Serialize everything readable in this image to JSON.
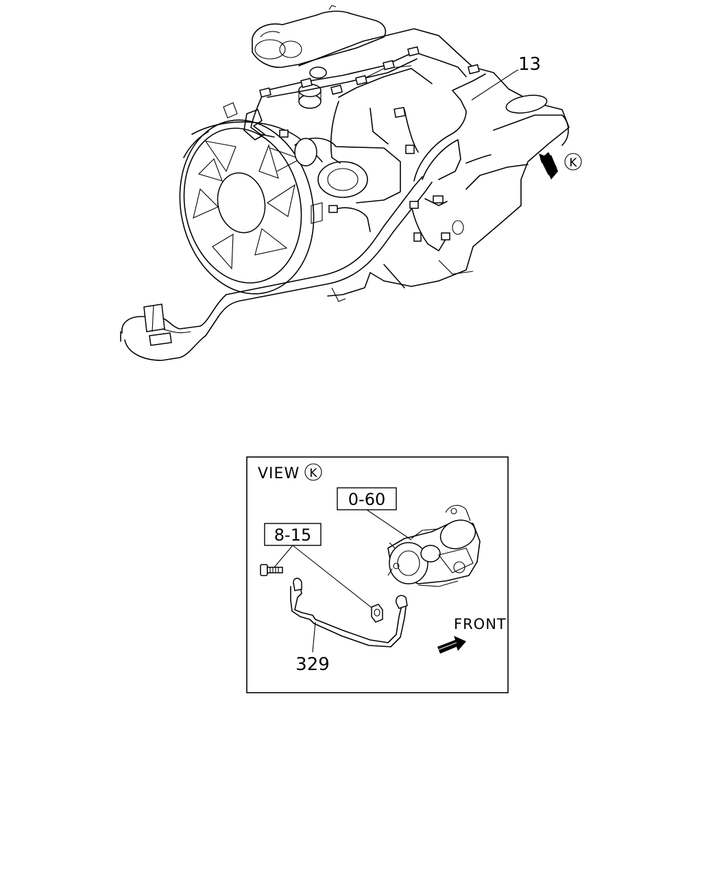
{
  "callouts": {
    "harness_label": "13",
    "view_marker": "K",
    "view_title": "VIEW",
    "starter_ref": "0-60",
    "bolt_ref": "8-15",
    "cable_label": "329",
    "front_label": "FRONT"
  }
}
